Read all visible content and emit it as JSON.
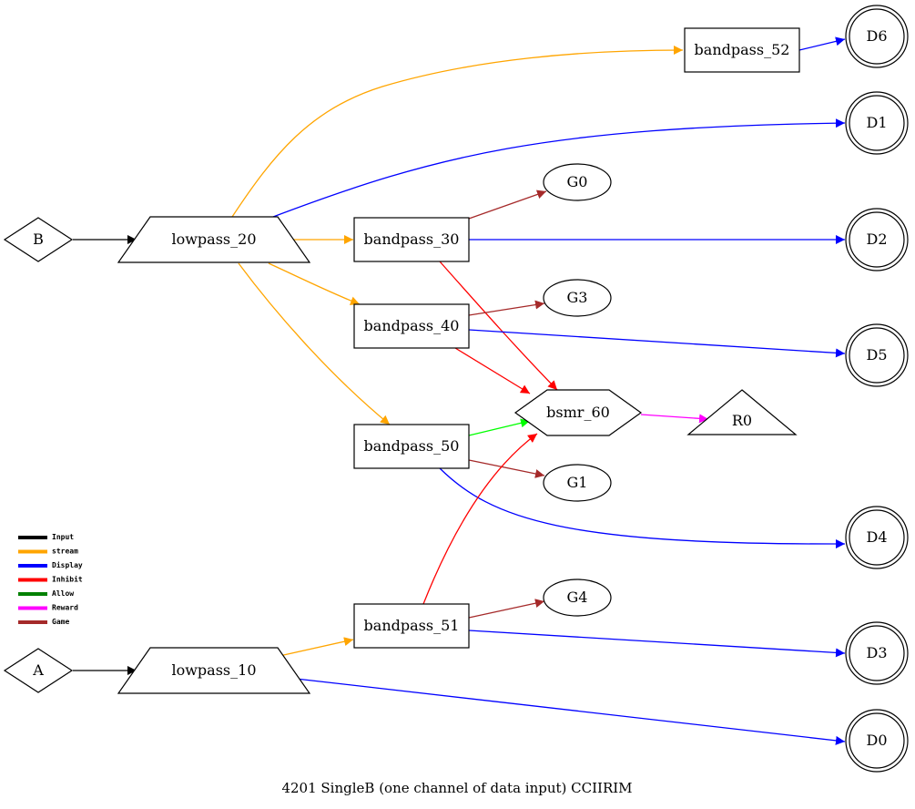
{
  "caption": "4201 SingleB    (one channel of data input) CCIIRIM",
  "colors": {
    "input": "#000000",
    "stream": "#ffa500",
    "display": "#0000ff",
    "inhibit": "#ff0000",
    "allow": "#00ff00",
    "reward": "#ff00ff",
    "game": "#a52a2a"
  },
  "legend": [
    {
      "label": "Input",
      "color": "#000000"
    },
    {
      "label": "stream",
      "color": "#ffa500"
    },
    {
      "label": "Display",
      "color": "#0000ff"
    },
    {
      "label": "Inhibit",
      "color": "#ff0000"
    },
    {
      "label": "Allow",
      "color": "#008000"
    },
    {
      "label": "Reward",
      "color": "#ff00ff"
    },
    {
      "label": "Game",
      "color": "#a52a2a"
    }
  ],
  "nodes": {
    "B": {
      "label": "B",
      "shape": "diamond"
    },
    "A": {
      "label": "A",
      "shape": "diamond"
    },
    "lowpass_20": {
      "label": "lowpass_20",
      "shape": "trapezium"
    },
    "lowpass_10": {
      "label": "lowpass_10",
      "shape": "trapezium"
    },
    "bandpass_30": {
      "label": "bandpass_30",
      "shape": "box"
    },
    "bandpass_40": {
      "label": "bandpass_40",
      "shape": "box"
    },
    "bandpass_50": {
      "label": "bandpass_50",
      "shape": "box"
    },
    "bandpass_51": {
      "label": "bandpass_51",
      "shape": "box"
    },
    "bandpass_52": {
      "label": "bandpass_52",
      "shape": "box"
    },
    "bsmr_60": {
      "label": "bsmr_60",
      "shape": "hexagon"
    },
    "R0": {
      "label": "R0",
      "shape": "triangle"
    },
    "G0": {
      "label": "G0",
      "shape": "ellipse"
    },
    "G1": {
      "label": "G1",
      "shape": "ellipse"
    },
    "G3": {
      "label": "G3",
      "shape": "ellipse"
    },
    "G4": {
      "label": "G4",
      "shape": "ellipse"
    },
    "D0": {
      "label": "D0",
      "shape": "doublecircle"
    },
    "D1": {
      "label": "D1",
      "shape": "doublecircle"
    },
    "D2": {
      "label": "D2",
      "shape": "doublecircle"
    },
    "D3": {
      "label": "D3",
      "shape": "doublecircle"
    },
    "D4": {
      "label": "D4",
      "shape": "doublecircle"
    },
    "D5": {
      "label": "D5",
      "shape": "doublecircle"
    },
    "D6": {
      "label": "D6",
      "shape": "doublecircle"
    }
  },
  "edges": [
    {
      "from": "B",
      "to": "lowpass_20",
      "type": "input"
    },
    {
      "from": "A",
      "to": "lowpass_10",
      "type": "input"
    },
    {
      "from": "lowpass_20",
      "to": "bandpass_52",
      "type": "stream"
    },
    {
      "from": "lowpass_20",
      "to": "D1",
      "type": "display"
    },
    {
      "from": "lowpass_20",
      "to": "bandpass_30",
      "type": "stream"
    },
    {
      "from": "lowpass_20",
      "to": "bandpass_40",
      "type": "stream"
    },
    {
      "from": "lowpass_20",
      "to": "bandpass_50",
      "type": "stream"
    },
    {
      "from": "bandpass_52",
      "to": "D6",
      "type": "display"
    },
    {
      "from": "bandpass_30",
      "to": "G0",
      "type": "game"
    },
    {
      "from": "bandpass_30",
      "to": "D2",
      "type": "display"
    },
    {
      "from": "bandpass_30",
      "to": "bsmr_60",
      "type": "inhibit"
    },
    {
      "from": "bandpass_40",
      "to": "G3",
      "type": "game"
    },
    {
      "from": "bandpass_40",
      "to": "D5",
      "type": "display"
    },
    {
      "from": "bandpass_40",
      "to": "bsmr_60",
      "type": "inhibit"
    },
    {
      "from": "bandpass_50",
      "to": "bsmr_60",
      "type": "allow"
    },
    {
      "from": "bandpass_50",
      "to": "G1",
      "type": "game"
    },
    {
      "from": "bandpass_50",
      "to": "D4",
      "type": "display"
    },
    {
      "from": "bsmr_60",
      "to": "R0",
      "type": "reward"
    },
    {
      "from": "lowpass_10",
      "to": "bandpass_51",
      "type": "stream"
    },
    {
      "from": "lowpass_10",
      "to": "D0",
      "type": "display"
    },
    {
      "from": "bandpass_51",
      "to": "bsmr_60",
      "type": "inhibit"
    },
    {
      "from": "bandpass_51",
      "to": "G4",
      "type": "game"
    },
    {
      "from": "bandpass_51",
      "to": "D3",
      "type": "display"
    }
  ]
}
